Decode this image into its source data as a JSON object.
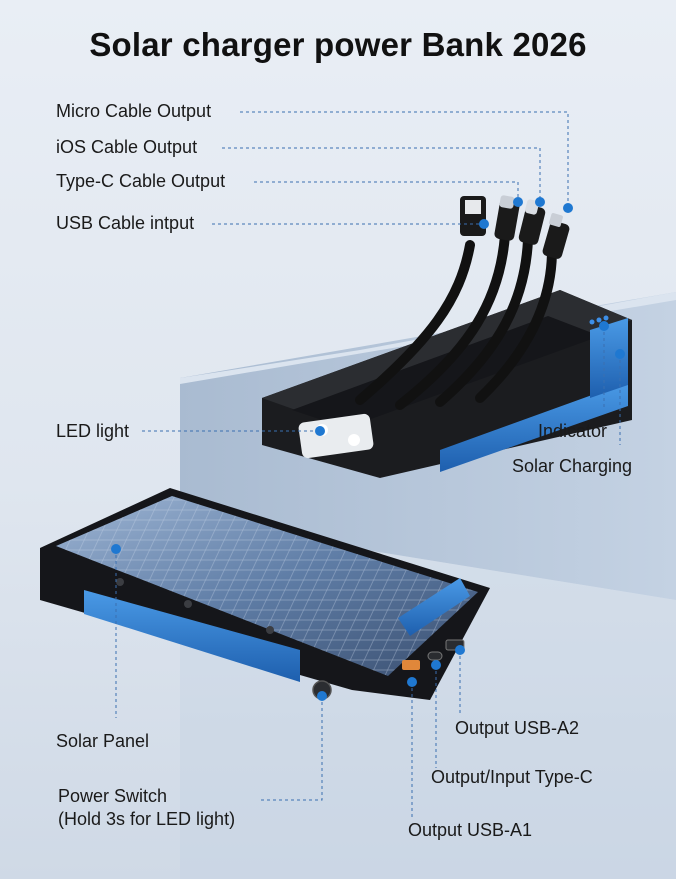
{
  "title": "Solar charger power Bank 2026",
  "labels": {
    "micro_cable": "Micro Cable Output",
    "ios_cable": "iOS Cable Output",
    "typec_cable": "Type-C Cable Output",
    "usb_cable": "USB Cable intput",
    "led_light": "LED light",
    "indicator": "Indicator",
    "solar_charging": "Solar Charging",
    "solar_panel": "Solar Panel",
    "power_switch_line1": "Power Switch",
    "power_switch_line2": "(Hold 3s for LED light)",
    "output_usb_a2": "Output USB-A2",
    "output_input_typec": "Output/Input Type-C",
    "output_usb_a1": "Output USB-A1"
  },
  "colors": {
    "callout_dot": "#1f78d1",
    "callout_line": "#3a6fb0",
    "accent_blue": "#2f7fd6"
  }
}
